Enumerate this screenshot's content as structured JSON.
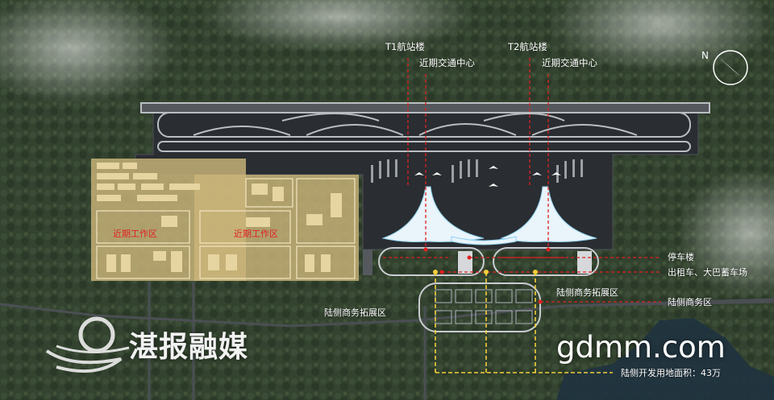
{
  "labels": {
    "t1_terminal": "T1航站楼",
    "t1_transport": "近期交通中心",
    "t2_terminal": "T2航站楼",
    "t2_transport": "近期交通中心",
    "parking": "停车楼",
    "taxi_bus": "出租车、大巴蓄车场",
    "landside_business": "陆侧商务区",
    "landside_expansion_left": "陆侧商务拓展区",
    "landside_expansion_right": "陆侧商务拓展区",
    "landside_area": "陆侧开发用地面积：43万"
  },
  "zones": {
    "work_zone_a": "近期工作区",
    "work_zone_b": "近期工作区"
  },
  "compass": {
    "north": "N"
  },
  "watermark": {
    "brand": "湛报融媒",
    "site": "gdmm.com"
  },
  "colors": {
    "forest": "#2f3e2c",
    "apron": "#2a2d31",
    "runway_edge": "#b9bec2",
    "work_zone": "#cbb47a",
    "terminal_roof": "#e9f4fb",
    "highlight_red": "#e02020",
    "annotation_yellow": "#f2cf3a"
  }
}
